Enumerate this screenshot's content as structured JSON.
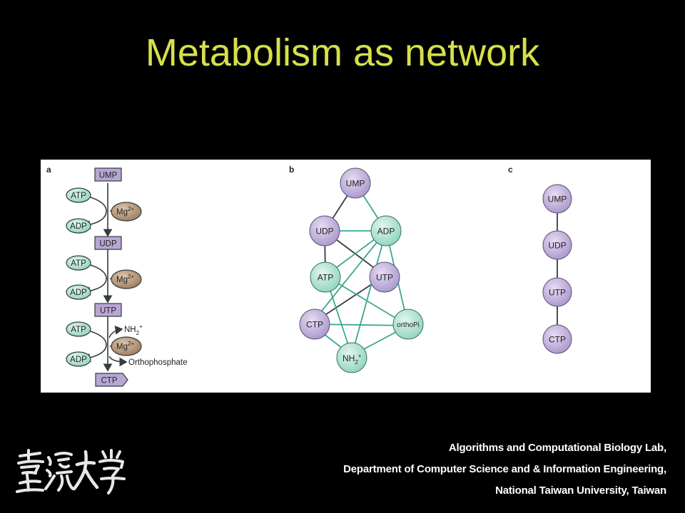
{
  "slide": {
    "title": "Metabolism as network",
    "credits": [
      "Algorithms and Computational Biology Lab,",
      "Department of Computer Science and & Information Engineering,",
      "National Taiwan University, Taiwan"
    ],
    "logo_text": "臺灣大學"
  },
  "figure": {
    "colors": {
      "metabolite": "#b8a6d4",
      "cofactor": "#a6e0cd",
      "ion": "#b0916f",
      "edge_dark": "#333c40",
      "edge_teal": "#3aa88e"
    },
    "panel_a": {
      "letter": "a",
      "metabolites": [
        "UMP",
        "UDP",
        "UTP",
        "CTP"
      ],
      "steps": [
        {
          "in": "ATP",
          "out": "ADP",
          "ion": "Mg",
          "ion_sup": "2+"
        },
        {
          "in": "ATP",
          "out": "ADP",
          "ion": "Mg",
          "ion_sup": "2+"
        },
        {
          "in": "ATP",
          "out": "ADP",
          "ion": "Mg",
          "ion_sup": "2+"
        }
      ],
      "extra_in": {
        "text": "NH",
        "sub": "2",
        "sup": "+"
      },
      "extra_out": "Orthophosphate"
    },
    "panel_b": {
      "letter": "b",
      "nodes": {
        "UMP": "UMP",
        "UDP": "UDP",
        "ADP": "ADP",
        "ATP": "ATP",
        "UTP": "UTP",
        "CTP": "CTP",
        "orthoP": "orthoPi",
        "NH2": {
          "text": "NH",
          "sub": "2",
          "sup": "+"
        }
      }
    },
    "panel_c": {
      "letter": "c",
      "nodes": [
        "UMP",
        "UDP",
        "UTP",
        "CTP"
      ]
    }
  }
}
